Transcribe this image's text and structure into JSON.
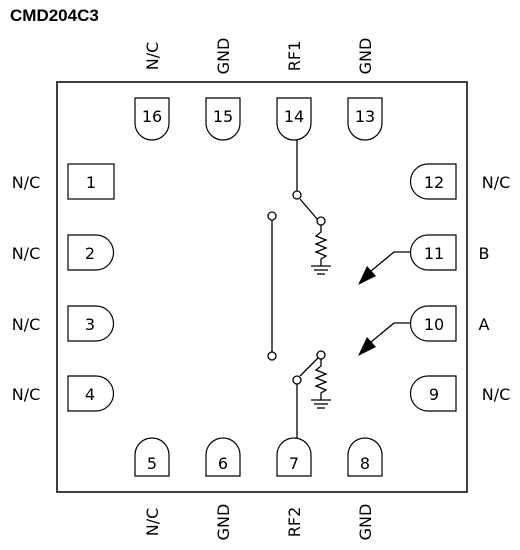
{
  "title": "CMD204C3",
  "pins": {
    "p1": {
      "number": "1",
      "label": "N/C"
    },
    "p2": {
      "number": "2",
      "label": "N/C"
    },
    "p3": {
      "number": "3",
      "label": "N/C"
    },
    "p4": {
      "number": "4",
      "label": "N/C"
    },
    "p5": {
      "number": "5",
      "label": "N/C"
    },
    "p6": {
      "number": "6",
      "label": "GND"
    },
    "p7": {
      "number": "7",
      "label": "RF2"
    },
    "p8": {
      "number": "8",
      "label": "GND"
    },
    "p9": {
      "number": "9",
      "label": "N/C"
    },
    "p10": {
      "number": "10",
      "label": "A"
    },
    "p11": {
      "number": "11",
      "label": "B"
    },
    "p12": {
      "number": "12",
      "label": "N/C"
    },
    "p13": {
      "number": "13",
      "label": "GND"
    },
    "p14": {
      "number": "14",
      "label": "RF1"
    },
    "p15": {
      "number": "15",
      "label": "GND"
    },
    "p16": {
      "number": "16",
      "label": "N/C"
    }
  }
}
